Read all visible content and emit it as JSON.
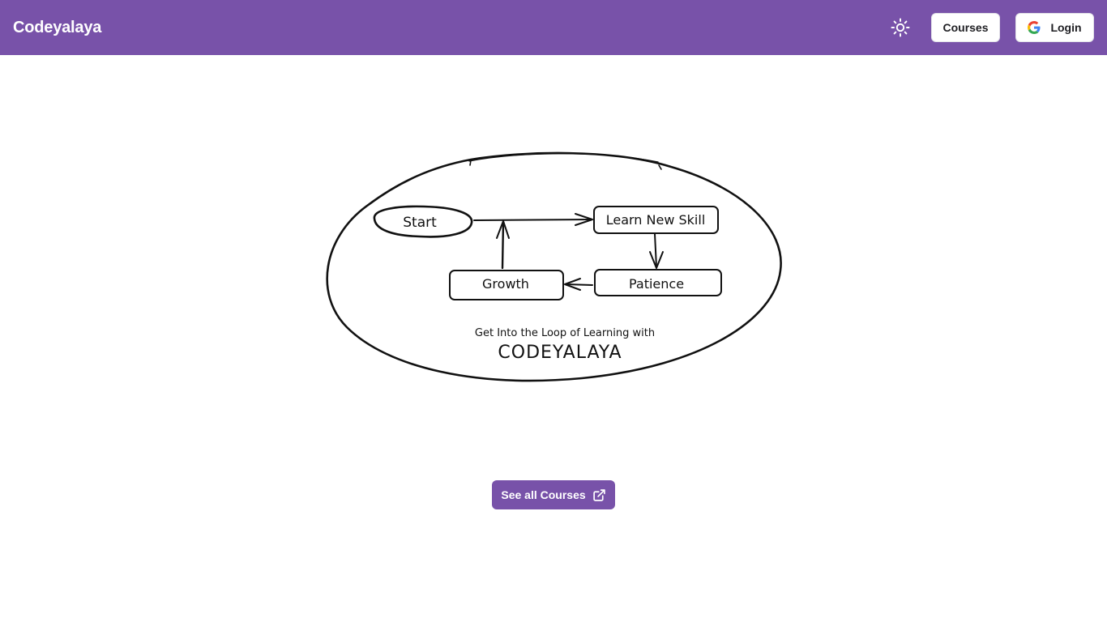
{
  "colors": {
    "brand": "#7852a9",
    "ink": "#111111",
    "white": "#ffffff"
  },
  "navbar": {
    "brand": "Codeyalaya",
    "theme_icon": "sun-icon",
    "courses_label": "Courses",
    "login_label": "Login",
    "login_icon": "google-icon"
  },
  "diagram": {
    "nodes": {
      "start": "Start",
      "learn": "Learn New Skill",
      "patience": "Patience",
      "growth": "Growth"
    },
    "tagline": "Get Into the Loop of Learning with",
    "wordmark": "CODEYALAYA"
  },
  "cta": {
    "label": "See all Courses",
    "icon": "external-link-icon"
  }
}
